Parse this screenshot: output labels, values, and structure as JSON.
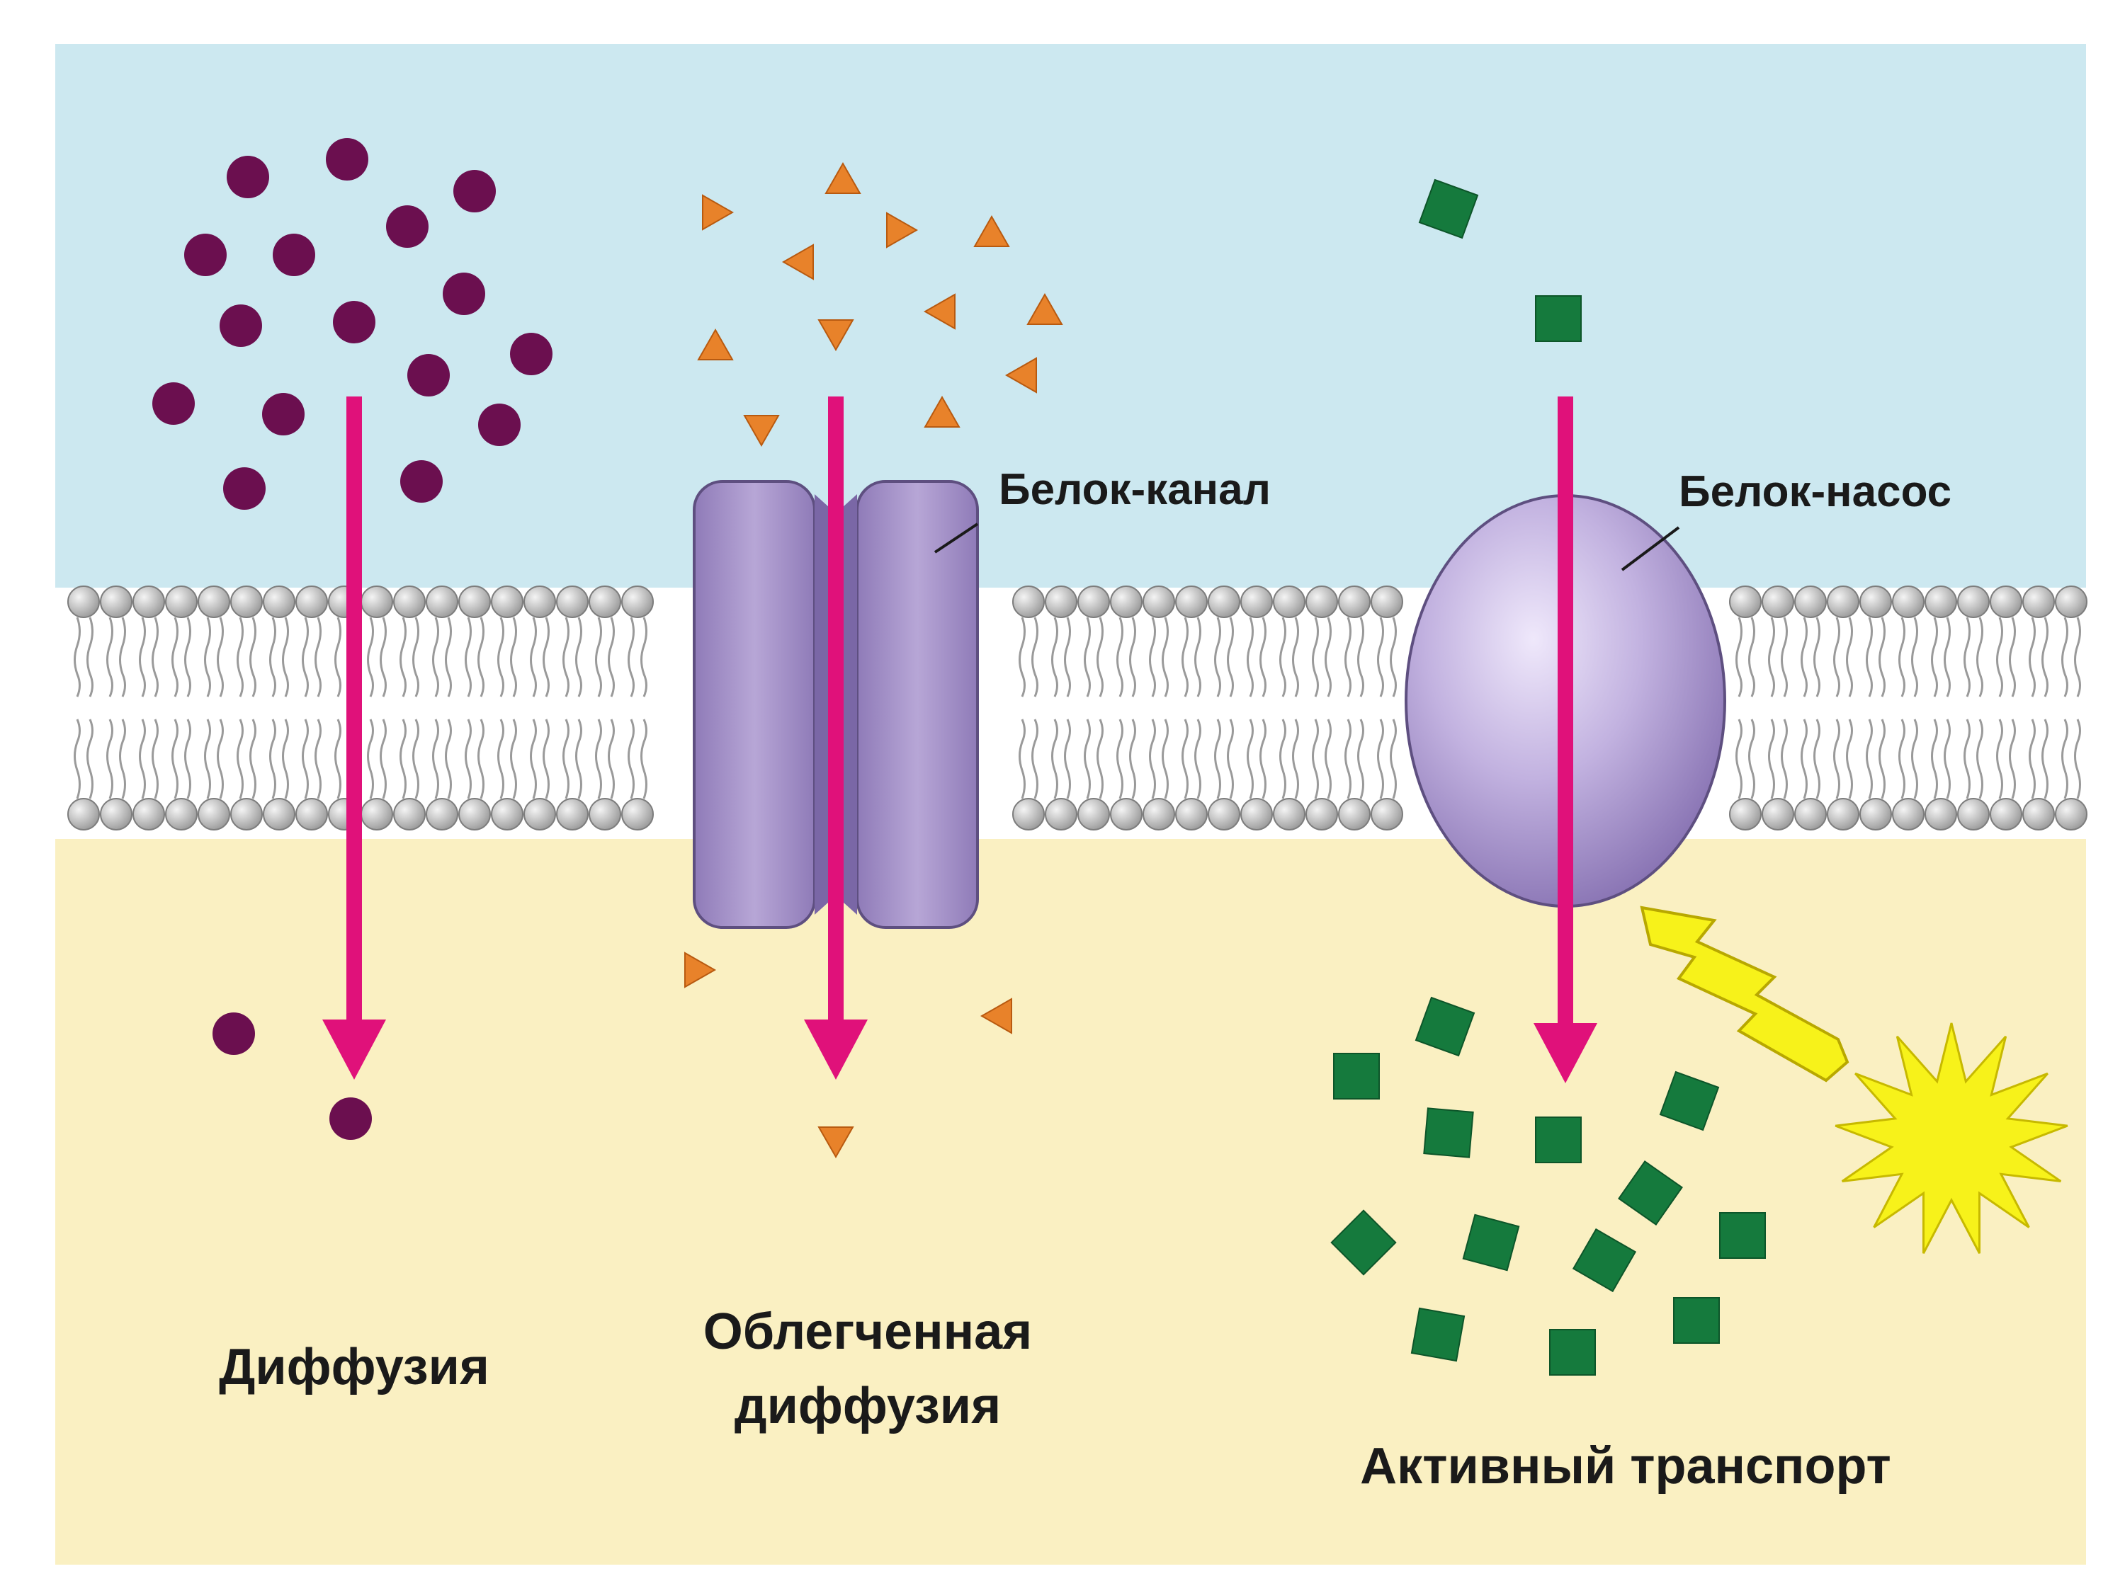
{
  "labels": {
    "channel_protein": "Белок-канал",
    "pump_protein": "Белок-насос",
    "diffusion": "Диффузия",
    "facilitated_line1": "Облегченная",
    "facilitated_line2": "диффузия",
    "active_transport": "Активный транспорт"
  },
  "colors": {
    "extracellular": "#cce8f0",
    "intracellular": "#faf0c2",
    "membrane_band": "#ffffff",
    "lipid_head": "#b8b8b8",
    "arrow": "#e0117a",
    "diffusion_particle": "#6b0f4f",
    "facilitated_particle": "#e8822a",
    "active_particle": "#157a3d",
    "channel_protein": "#a996cc",
    "pump_protein": "#b6a3d8",
    "energy": "#f7f21a"
  },
  "icons": {
    "energy_burst": "energy-burst-icon",
    "energy_bolt": "lightning-bolt-icon"
  }
}
